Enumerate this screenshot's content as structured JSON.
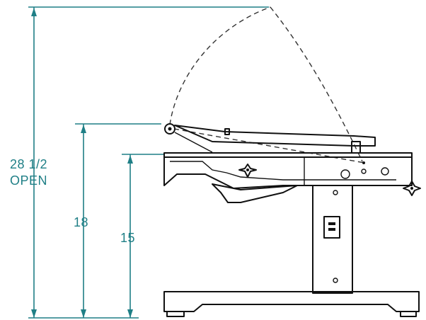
{
  "dimensions": {
    "open_height_value": "28 1/2",
    "open_height_note": "OPEN",
    "arm_height": "18",
    "table_height": "15"
  },
  "colors": {
    "dimension": "#1f7f86",
    "ink": "#111111"
  }
}
